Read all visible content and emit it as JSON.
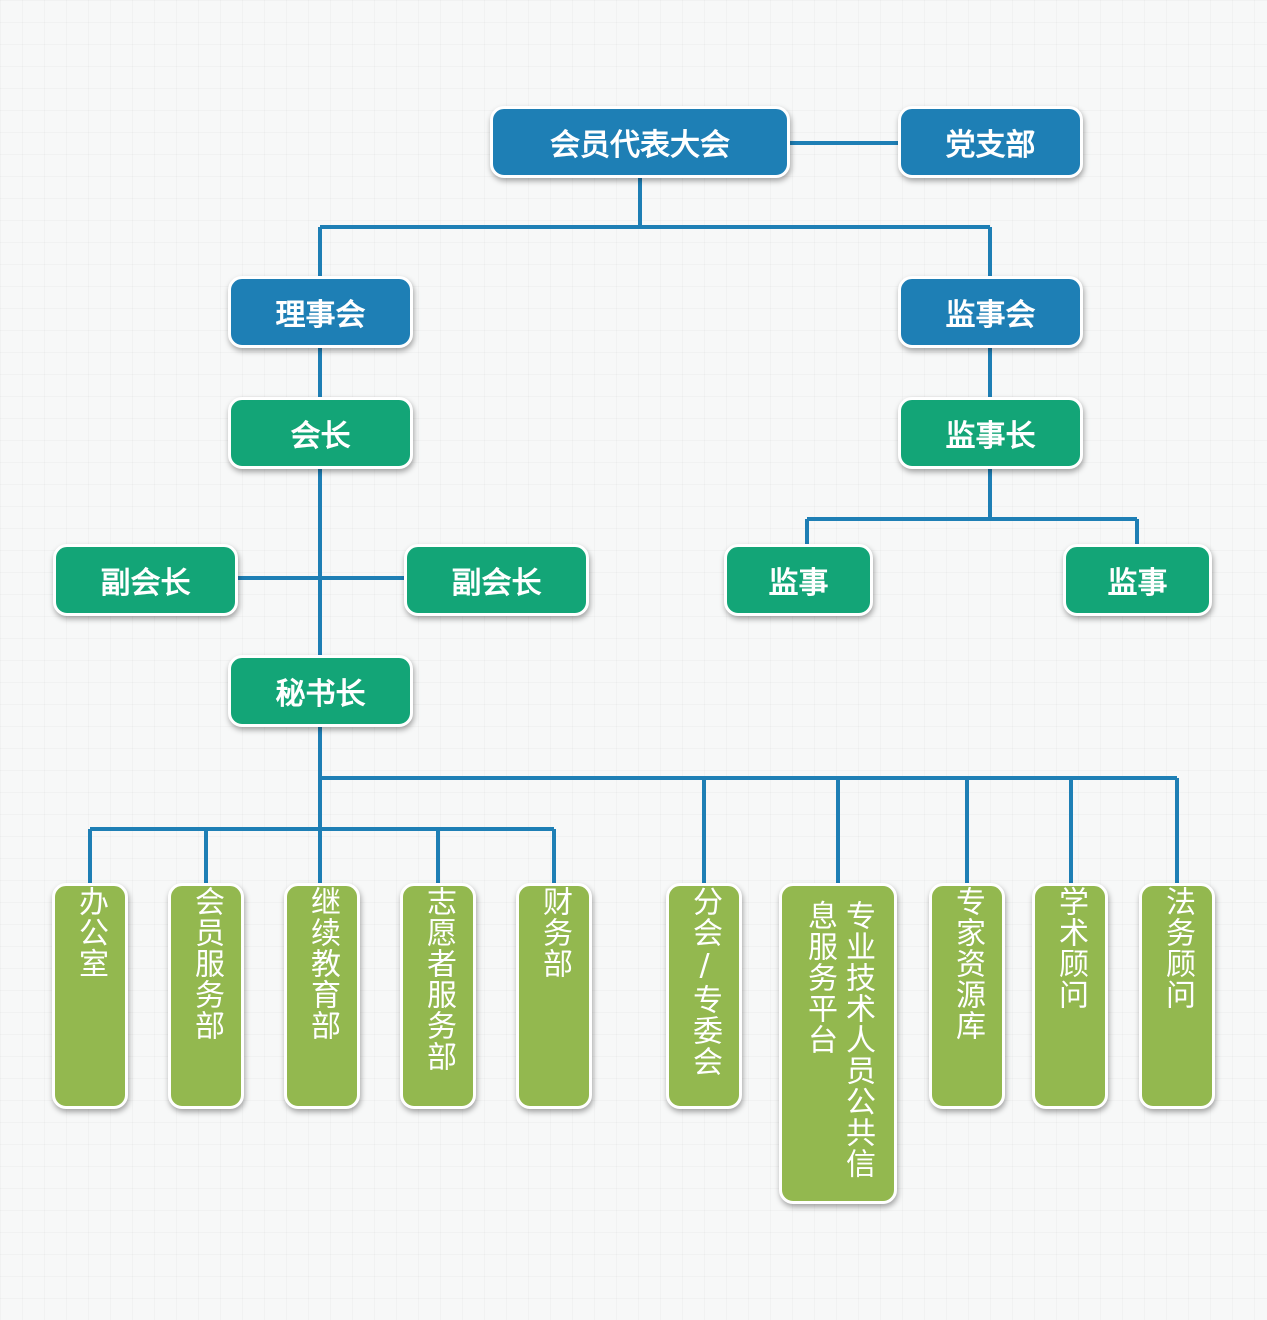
{
  "top": {
    "assembly": "会员代表大会",
    "party_branch": "党支部"
  },
  "council": {
    "board": "理事会",
    "president": "会长",
    "vice_president_left": "副会长",
    "vice_president_right": "副会长",
    "secretary_general": "秘书长"
  },
  "supervision": {
    "board": "监事会",
    "chief": "监事长",
    "supervisor_left": "监事",
    "supervisor_right": "监事"
  },
  "departments": [
    "办公室",
    "会员服务部",
    "继续教育部",
    "志愿者服务部",
    "财务部",
    "分会/专委会",
    "专业技术人员公共信息服务平台",
    "专家资源库",
    "学术顾问",
    "法务顾问"
  ],
  "colors": {
    "blue": "#1e7fb5",
    "green": "#13a577",
    "olive": "#93b84f",
    "line": "#1e7fb5"
  }
}
